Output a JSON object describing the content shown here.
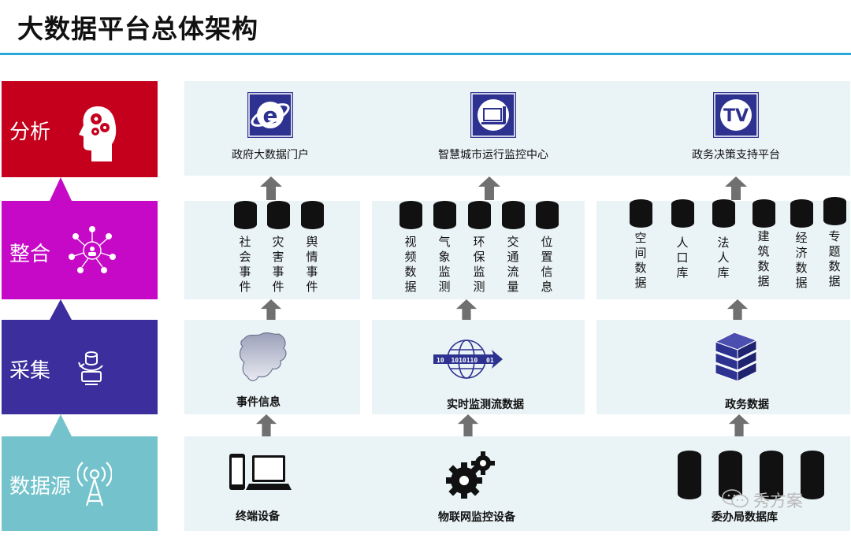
{
  "title": "大数据平台总体架构",
  "layers": {
    "analysis": "分析",
    "integration": "整合",
    "collection": "采集",
    "source": "数据源"
  },
  "analysis_items": [
    "政府大数据门户",
    "智慧城市运行监控中心",
    "政务决策支持平台"
  ],
  "integration": {
    "group1": [
      "社会事件",
      "灾害事件",
      "舆情事件"
    ],
    "group2": [
      "视频数据",
      "气象监测",
      "环保监测",
      "交通流量",
      "位置信息"
    ],
    "group3": [
      "空间数据",
      "人口库",
      "法人库",
      "建筑数据",
      "经济数据",
      "专题数据"
    ]
  },
  "collection_items": [
    "事件信息",
    "实时监测流数据",
    "政务数据"
  ],
  "stream_binary": {
    "left": "10",
    "middle": "1010110",
    "right": "01"
  },
  "source_items": [
    "终端设备",
    "物联网监控设备",
    "委办局数据库"
  ],
  "watermark": "秀方案",
  "colors": {
    "analysis": "#c4001d",
    "integration": "#c609c6",
    "collection": "#3c2e9c",
    "source": "#74c3cc",
    "rule": "#2aa6d8",
    "panel": "#eaf3f6",
    "arrow": "#707070"
  }
}
